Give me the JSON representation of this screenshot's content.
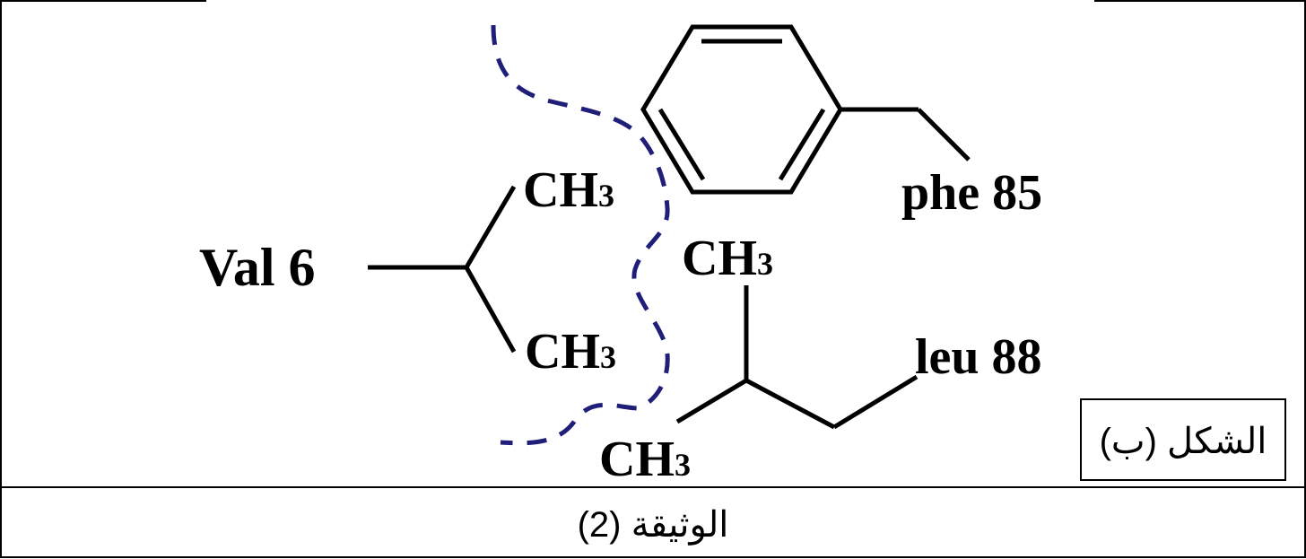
{
  "residues": {
    "val": "Val 6",
    "phe": "phe 85",
    "leu": "leu 88"
  },
  "groups": {
    "ch3_upper_left": "CH",
    "ch3_lower_left": "CH",
    "ch3_mid": "CH",
    "ch3_bottom": "CH",
    "subscript": "3"
  },
  "figure_label": "الشكل (ب)",
  "document_caption": "الوثيقة (2)",
  "colors": {
    "hydrophobic_boundary": "#1f1f7a",
    "bonds": "#000000"
  }
}
